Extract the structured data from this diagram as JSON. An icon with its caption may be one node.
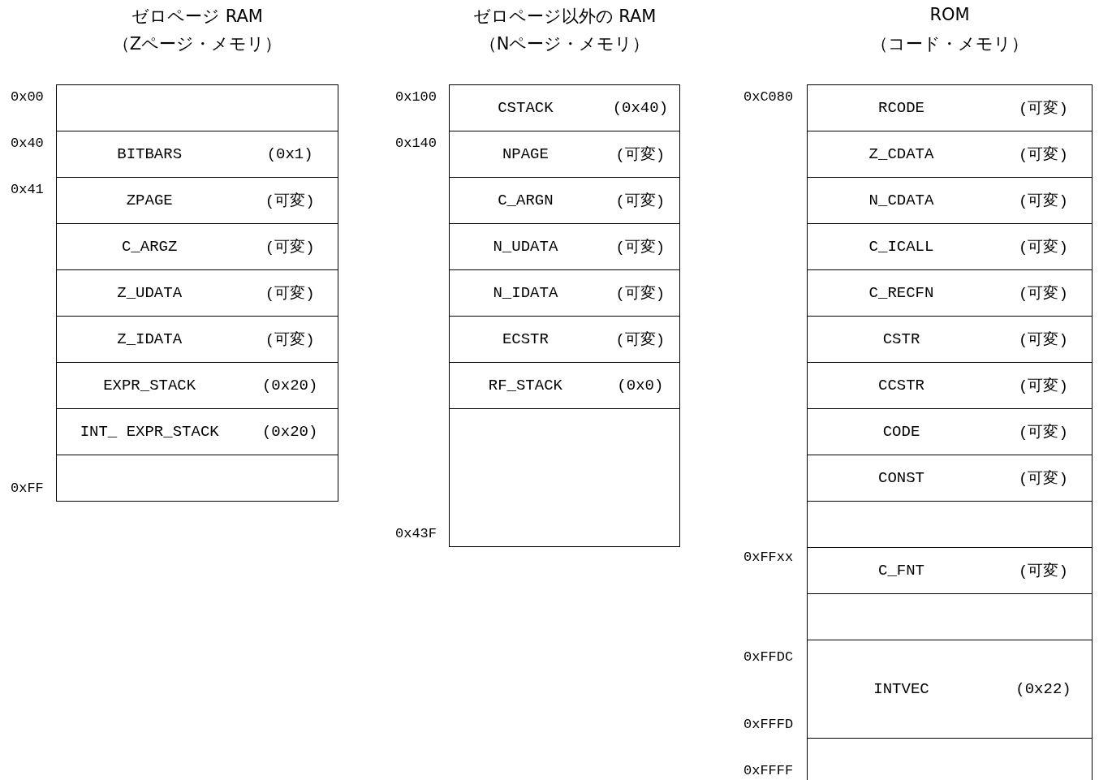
{
  "diagram": {
    "nodes": [
      {
        "text": [
          "ゼロページ RAM",
          "（Zページ・メモリ）"
        ]
      },
      {
        "text": [],
        "shape": "box",
        "in": 0
      },
      {
        "text": [
          "BITBARS",
          "(0x1)"
        ],
        "in": 0
      },
      {
        "text": [
          "ZPAGE",
          "(可変)"
        ],
        "in": 0
      },
      {
        "text": [
          "C_ARGZ",
          "(可変)"
        ],
        "in": 0
      },
      {
        "text": [
          "Z_UDATA",
          "(可変)"
        ],
        "in": 0
      },
      {
        "text": [
          "Z_IDATA",
          "(可変)"
        ],
        "in": 0
      },
      {
        "text": [
          "EXPR_STACK",
          "(0x20)"
        ],
        "in": 0
      },
      {
        "text": [
          "INT_ EXPR_STACK",
          "(0x20)"
        ],
        "in": 0
      },
      {
        "text": [],
        "shape": "box",
        "in": 0
      },
      {
        "text": [
          "ゼロページ以外の RAM",
          "（Nページ・メモリ）"
        ]
      },
      {
        "text": [
          "CSTACK",
          "(0x40)"
        ],
        "in": 10
      },
      {
        "text": [
          "NPAGE",
          "(可変)"
        ],
        "in": 10
      },
      {
        "text": [
          "C_ARGN",
          "(可変)"
        ],
        "in": 10
      },
      {
        "text": [
          "N_UDATA",
          "(可変)"
        ],
        "in": 10
      },
      {
        "text": [
          "N_IDATA",
          "(可変)"
        ],
        "in": 10
      },
      {
        "text": [
          "ECSTR",
          "(可変)"
        ],
        "in": 10
      },
      {
        "text": [
          "RF_STACK",
          "(0x0)"
        ],
        "in": 10
      },
      {
        "text": [],
        "shape": "box",
        "in": 10
      },
      {
        "text": [
          "ROM",
          "（コード・メモリ）"
        ]
      },
      {
        "text": [
          "RCODE",
          "(可変)"
        ],
        "in": 19
      },
      {
        "text": [
          "Z_CDATA",
          "(可変)"
        ],
        "in": 19
      },
      {
        "text": [
          "N_CDATA",
          "(可変)"
        ],
        "in": 19
      },
      {
        "text": [
          "C_ICALL",
          "(可変)"
        ],
        "in": 19
      },
      {
        "text": [
          "C_RECFN",
          "(可変)"
        ],
        "in": 19
      },
      {
        "text": [
          "CSTR",
          "(可変)"
        ],
        "in": 19
      },
      {
        "text": [
          "CCSTR",
          "(可変)"
        ],
        "in": 19
      },
      {
        "text": [
          "CODE",
          "(可変)"
        ],
        "in": 19
      },
      {
        "text": [
          "CONST",
          "(可変)"
        ],
        "in": 19
      },
      {
        "text": [],
        "shape": "box",
        "in": 19
      },
      {
        "text": [
          "C_FNT",
          "(可変)"
        ],
        "in": 19
      },
      {
        "text": [],
        "shape": "box",
        "in": 19
      },
      {
        "text": [
          "INTVEC",
          "(0x22)"
        ],
        "in": 19
      },
      {
        "text": [],
        "shape": "box",
        "in": 19
      }
    ],
    "edges": [],
    "labels": [
      "0x00",
      "0x40",
      "0x41",
      "0xFF",
      "0x100",
      "0x140",
      "0x43F",
      "0xC080",
      "0xFFxx",
      "0xFFDC",
      "0xFFFD",
      "0xFFFF"
    ]
  }
}
